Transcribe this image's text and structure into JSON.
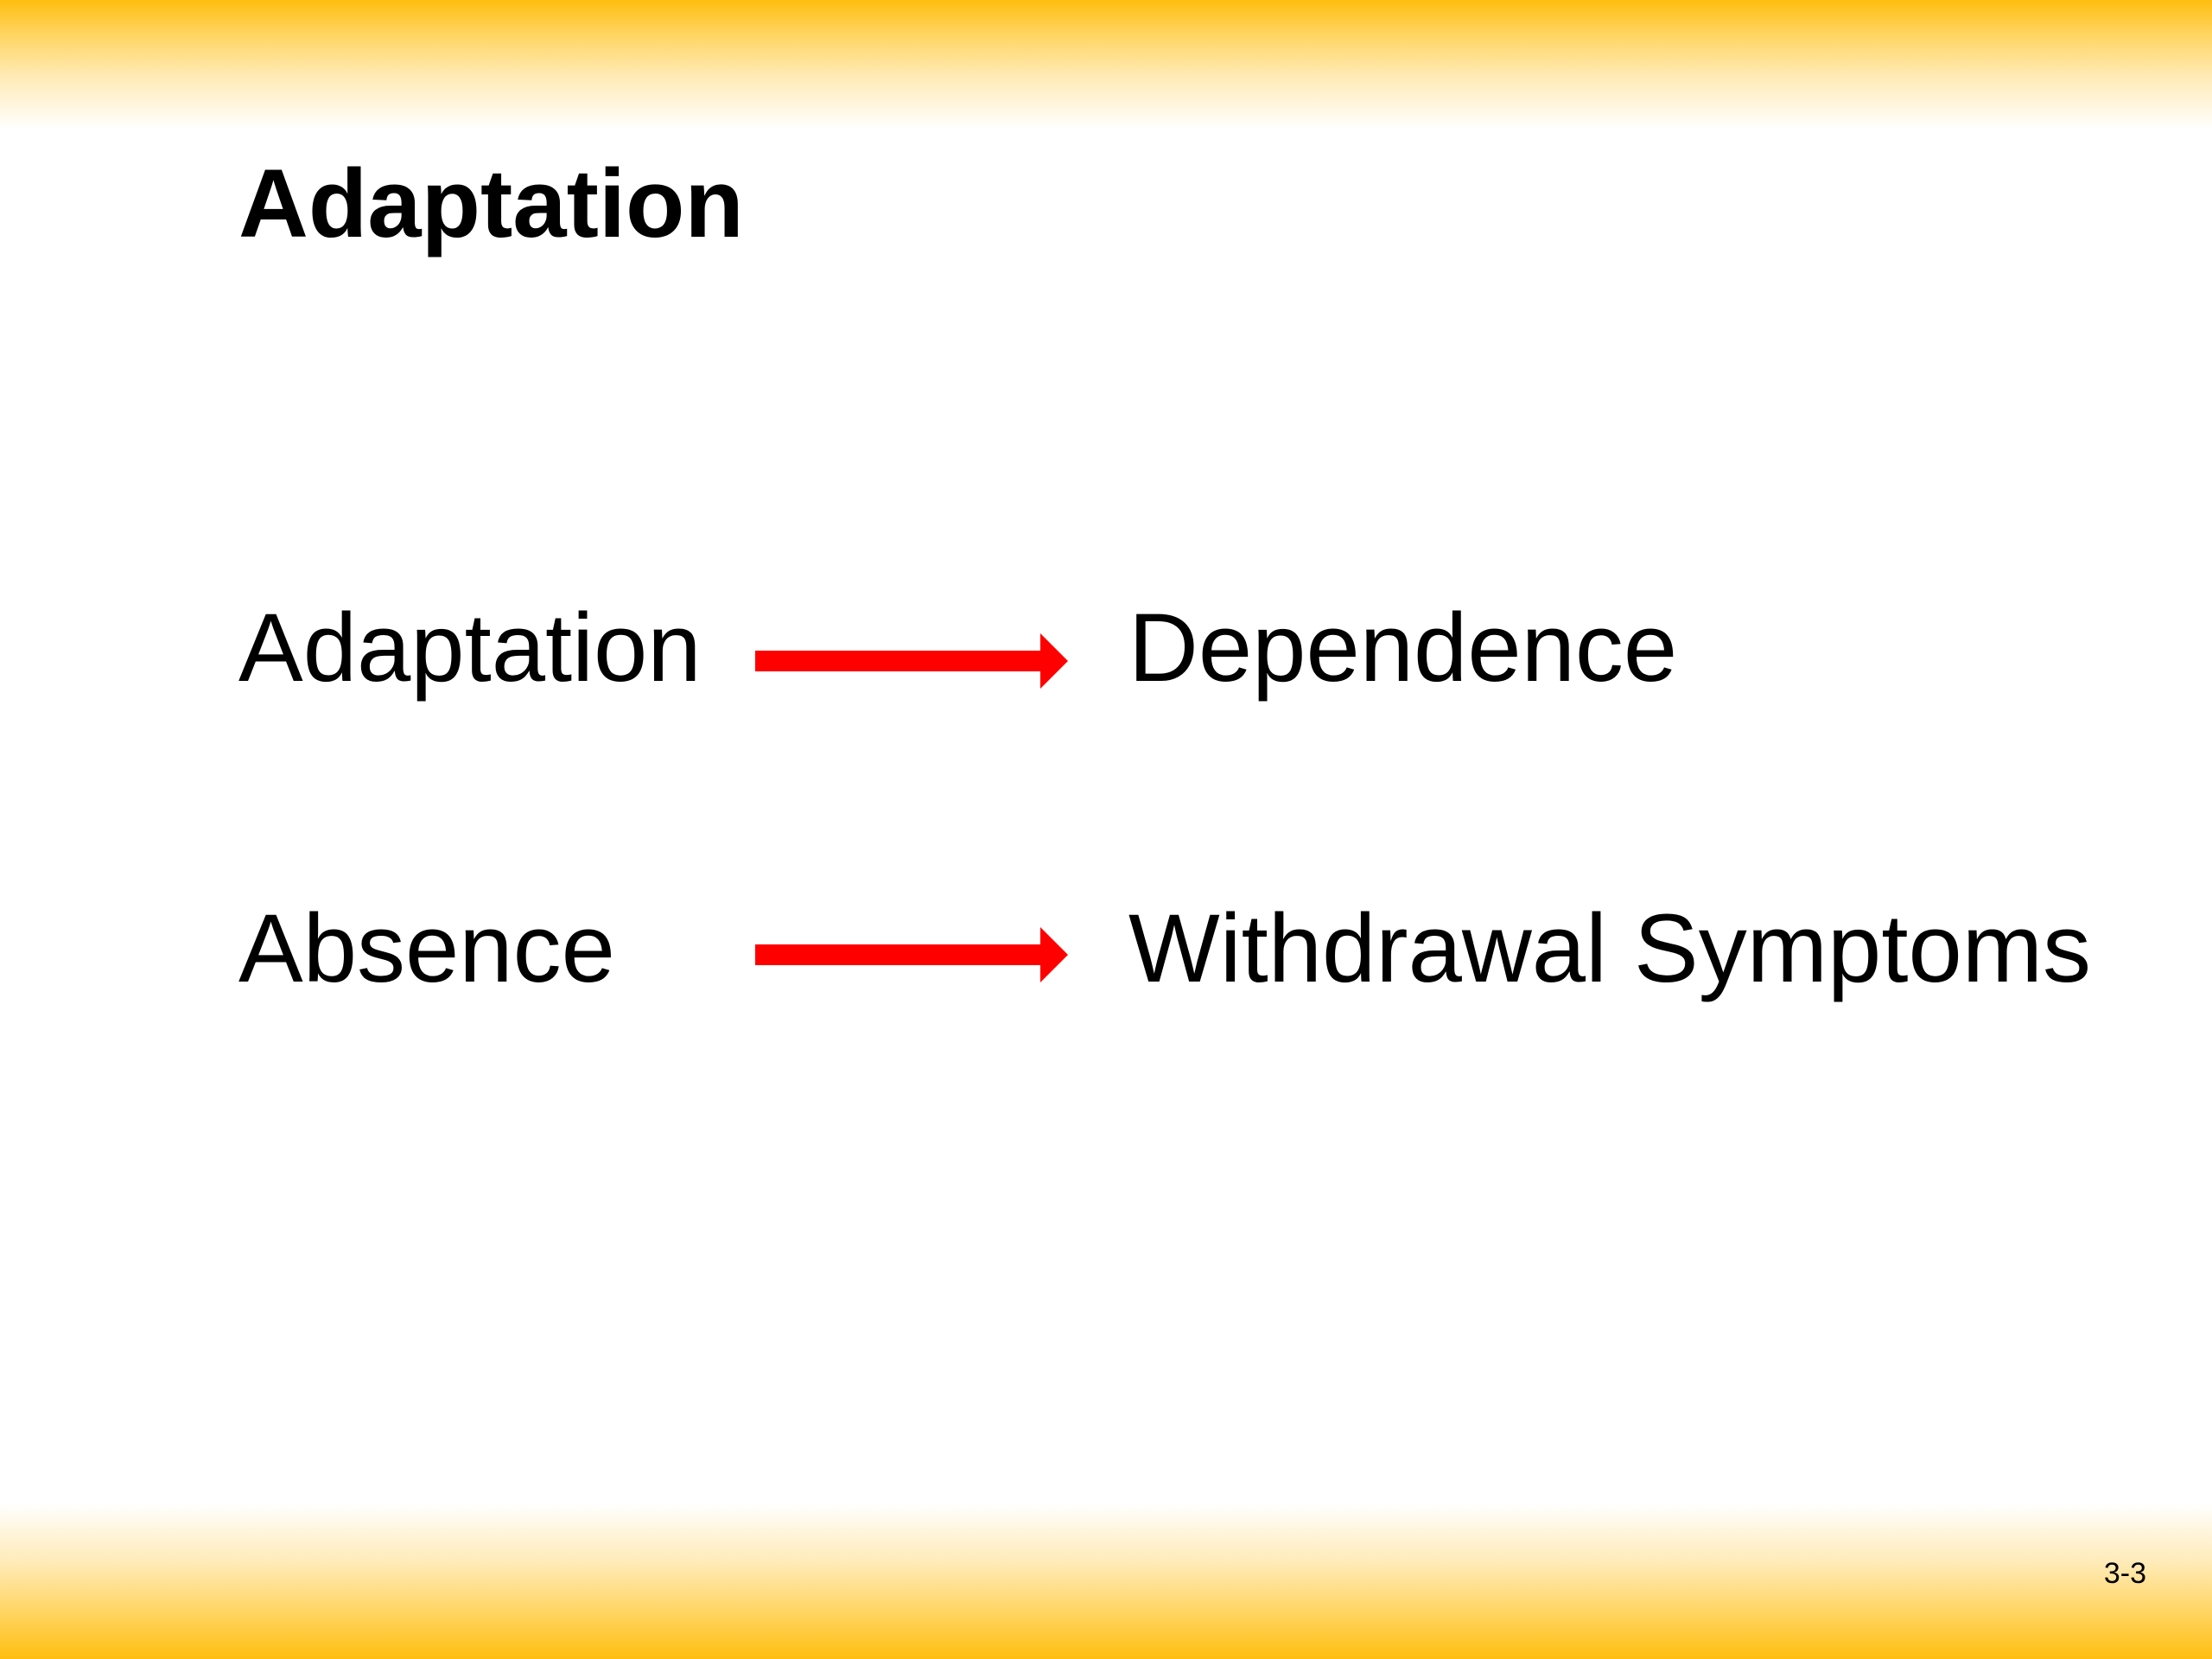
{
  "slide": {
    "title": "Adaptation",
    "rows": [
      {
        "from": "Adaptation",
        "to": "Dependence"
      },
      {
        "from": "Absence",
        "to": "Withdrawal Symptoms"
      }
    ],
    "page_number": "3-3"
  },
  "colors": {
    "band": "#FFBE0F",
    "arrow": "#FF0000",
    "text": "#000000",
    "background": "#FFFFFF"
  },
  "icons": {
    "arrow": "right-arrow-icon"
  }
}
